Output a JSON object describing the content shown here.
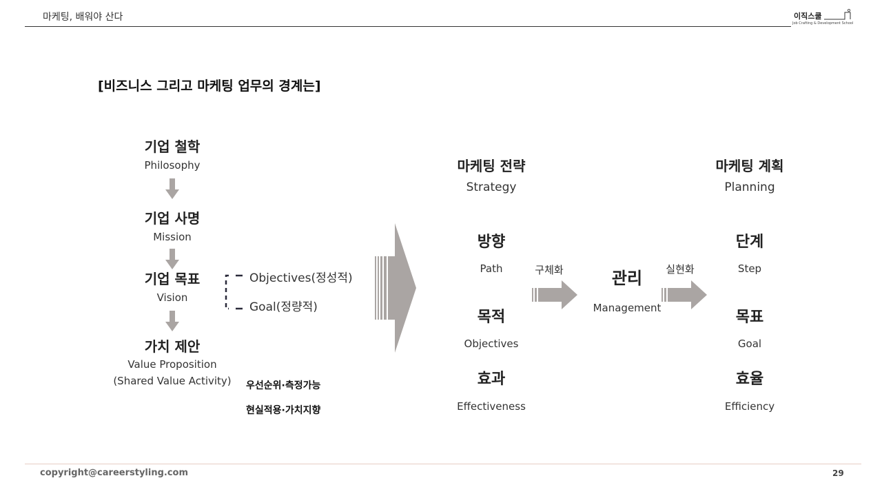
{
  "header": {
    "title": "마케팅, 배워야 산다"
  },
  "logo": {
    "name_ko": "이직스쿨",
    "tagline": "Job Crafting & Development School"
  },
  "section_title": "[비즈니스 그리고 마케팅 업무의 경계는]",
  "hierarchy": [
    {
      "ko": "기업 철학",
      "en": "Philosophy"
    },
    {
      "ko": "기업 사명",
      "en": "Mission"
    },
    {
      "ko": "기업 목표",
      "en": "Vision"
    },
    {
      "ko": "가치 제안",
      "en": "Value Proposition",
      "en2": "(Shared Value Activity)"
    }
  ],
  "goal_types": [
    {
      "en": "Objectives",
      "ko": "(정성적)"
    },
    {
      "en": "Goal",
      "ko": "(정량적)"
    }
  ],
  "notes": [
    "우선순위·측정가능",
    "현실적용·가치지향"
  ],
  "strategy": {
    "ko": "마케팅 전략",
    "en": "Strategy",
    "items": [
      {
        "ko": "방향",
        "en": "Path"
      },
      {
        "ko": "목적",
        "en": "Objectives"
      },
      {
        "ko": "효과",
        "en": "Effectiveness"
      }
    ]
  },
  "arrow_labels": [
    "구체화",
    "실현화"
  ],
  "management": {
    "ko": "관리",
    "en": "Management"
  },
  "planning": {
    "ko": "마케팅 계획",
    "en": "Planning",
    "items": [
      {
        "ko": "단계",
        "en": "Step"
      },
      {
        "ko": "목표",
        "en": "Goal"
      },
      {
        "ko": "효율",
        "en": "Efficiency"
      }
    ]
  },
  "footer": {
    "copyright": "copyright@careerstyling.com",
    "page": "29"
  },
  "colors": {
    "arrow": "#aaa5a3",
    "header_line": "#333333",
    "footer_line": "#e7ccc4"
  }
}
